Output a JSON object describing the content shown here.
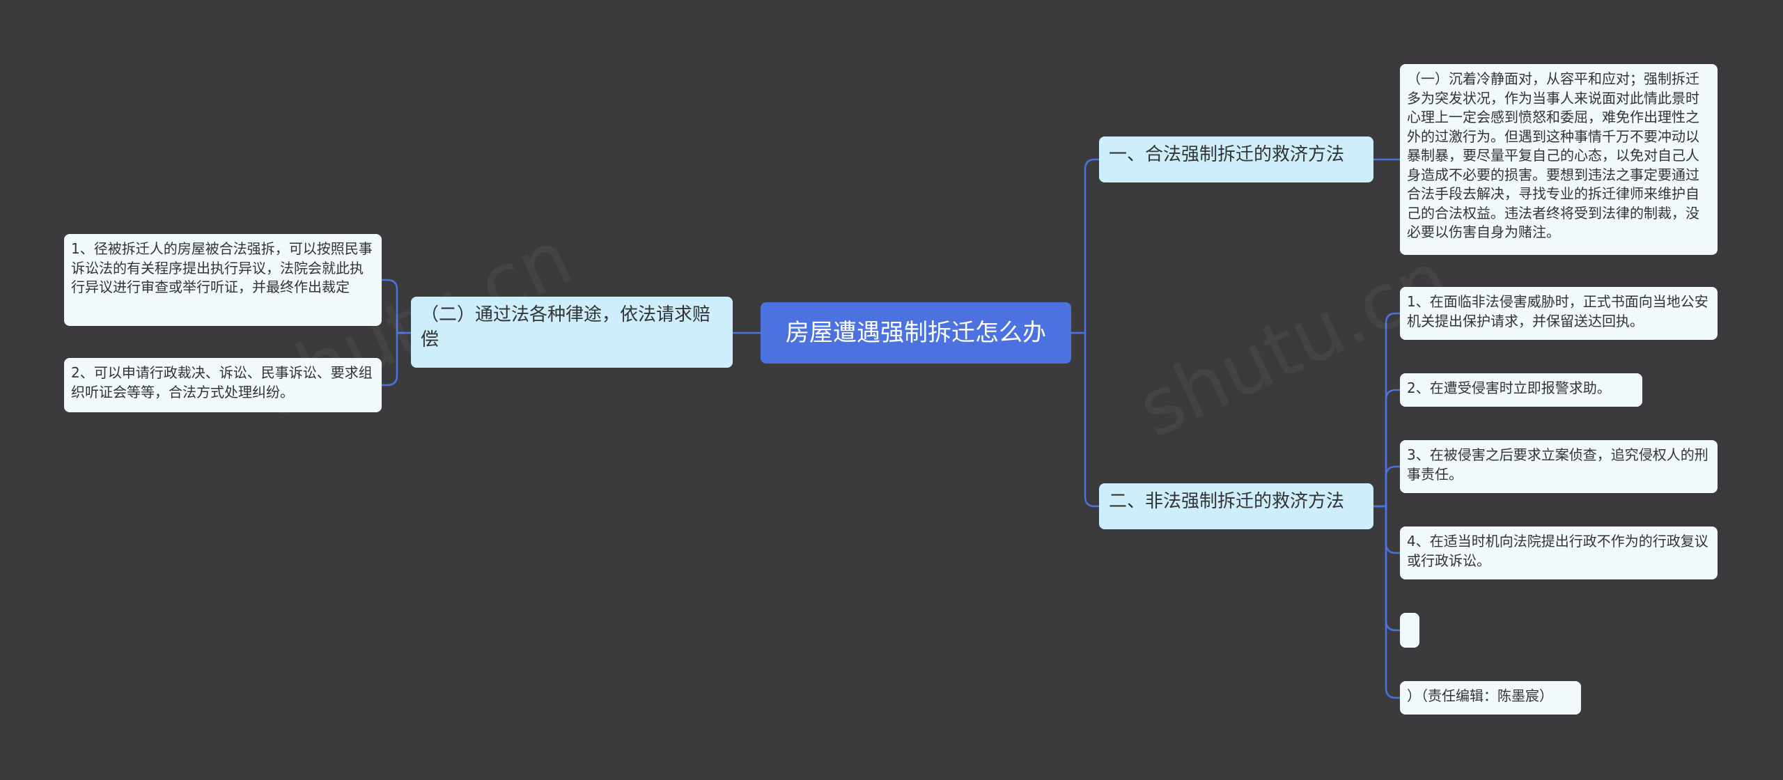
{
  "root": {
    "label": "房屋遭遇强制拆迁怎么办"
  },
  "right_branches": [
    {
      "label": "一、合法强制拆迁的救济方法",
      "children": [
        "（一）沉着冷静面对，从容平和应对；强制拆迁多为突发状况，作为当事人来说面对此情此景时心理上一定会感到愤怒和委屈，难免作出理性之外的过激行为。但遇到这种事情千万不要冲动以暴制暴，要尽量平复自己的心态，以免对自己人身造成不必要的损害。要想到违法之事定要通过合法手段去解决，寻找专业的拆迁律师来维护自己的合法权益。违法者终将受到法律的制裁，没必要以伤害自身为赌注。"
      ]
    },
    {
      "label": "二、非法强制拆迁的救济方法",
      "children": [
        "1、在面临非法侵害威胁时，正式书面向当地公安机关提出保护请求，并保留送达回执。",
        "2、在遭受侵害时立即报警求助。",
        "3、在被侵害之后要求立案侦查，追究侵权人的刑事责任。",
        "4、在适当时机向法院提出行政不作为的行政复议或行政诉讼。",
        "",
        "）（责任编辑：陈墨宸）"
      ]
    }
  ],
  "left_branches": [
    {
      "label": "（二）通过法各种律途，依法请求赔偿",
      "children": [
        "1、径被拆迁人的房屋被合法强拆，可以按照民事诉讼法的有关程序提出执行异议，法院会就此执行异议进行审查或举行听证，并最终作出裁定",
        "2、可以申请行政裁决、诉讼、民事诉讼、要求组织听证会等等，合法方式处理纠纷。"
      ]
    }
  ],
  "watermark": "shutu.cn",
  "colors": {
    "background": "#3b3a3c",
    "root": "#4c72e0",
    "branch": "#cfeefc",
    "leaf": "#f2f9fc",
    "connector": "#4c72e0"
  }
}
